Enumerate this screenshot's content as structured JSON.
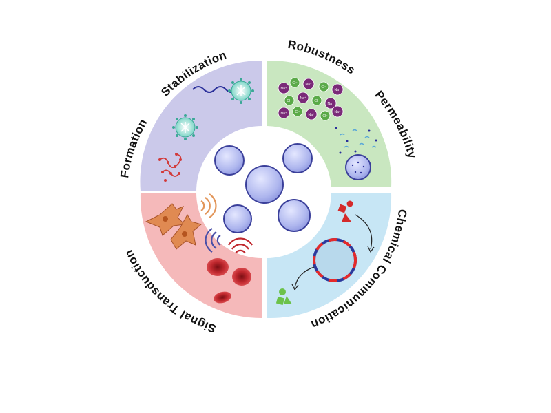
{
  "quadrants": {
    "top_left": {
      "labels": [
        "Formation",
        "Stabilization"
      ],
      "color": "#cbc9ea"
    },
    "top_right": {
      "labels": [
        "Robustness",
        "Permeability"
      ],
      "color": "#c9e7c0"
    },
    "bottom_right": {
      "labels": [
        "Chemical Communication"
      ],
      "color": "#c7e6f5"
    },
    "bottom_left": {
      "labels": [
        "Signal Transduction"
      ],
      "color": "#f5b9ba"
    }
  },
  "ions": {
    "sodium": "Na⁺",
    "chloride": "Cl⁻"
  },
  "colors": {
    "vesicle_fill": "#b9c0f0",
    "vesicle_stroke": "#3a3f9a",
    "ion_sodium": "#7a2a78",
    "ion_chloride": "#5aaa48",
    "cell_orange": "#d9824a",
    "blood_red": "#c0282e",
    "signal_red": "#d42a2a",
    "signal_green": "#6cc24a"
  },
  "icons": [
    "dna-strand-icon",
    "nanoparticle-icon",
    "ion-icon",
    "vesicle-icon",
    "fibroblast-icon",
    "red-blood-cell-icon",
    "signal-wave-icon",
    "molecule-icon"
  ]
}
